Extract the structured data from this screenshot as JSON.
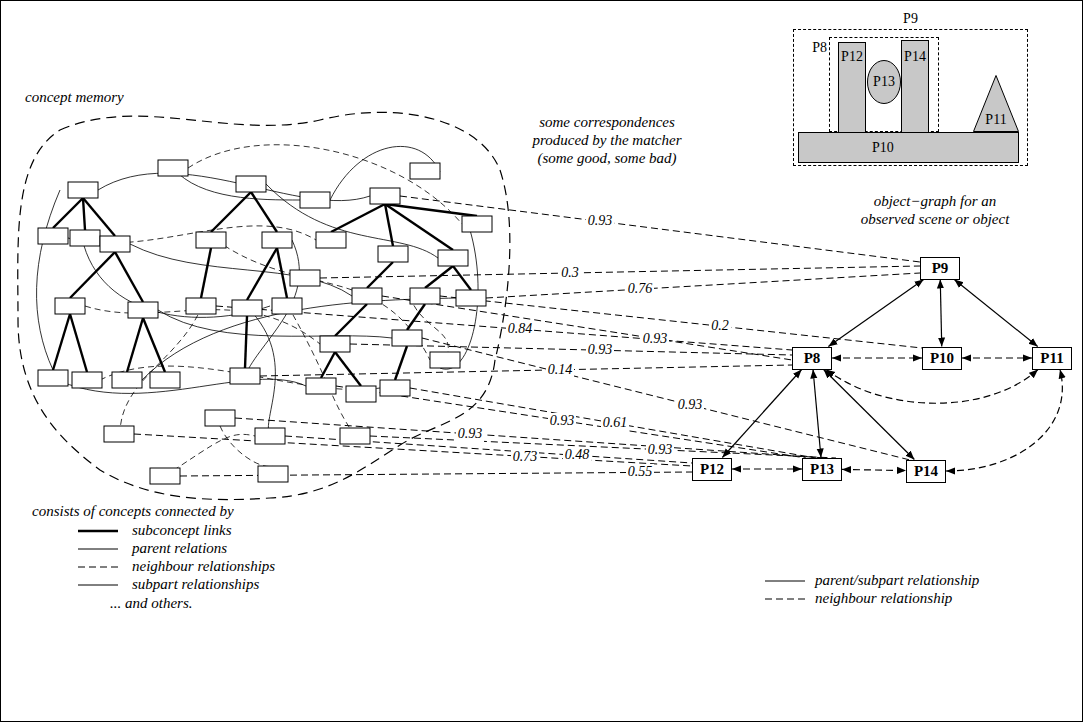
{
  "diagram": {
    "nodes": [
      {
        "text": [
          "P9"
        ]
      },
      {
        "text": [
          "P8"
        ],
        "in": 0
      },
      {
        "text": [
          "P12"
        ],
        "in": 1
      },
      {
        "text": [
          "P13"
        ],
        "in": 1
      },
      {
        "text": [
          "P14"
        ],
        "in": 1
      },
      {
        "text": [
          "P11"
        ],
        "in": 0
      },
      {
        "text": [
          "P10"
        ],
        "in": 0
      },
      {
        "text": [
          "P9"
        ]
      },
      {
        "text": [
          "P8"
        ]
      },
      {
        "text": [
          "P10"
        ]
      },
      {
        "text": [
          "P11"
        ]
      },
      {
        "text": [
          "P12"
        ]
      },
      {
        "text": [
          "P13"
        ]
      },
      {
        "text": [
          "P14"
        ]
      }
    ],
    "edges": [
      {
        "from": 7,
        "to": 8,
        "arrow": "both"
      },
      {
        "from": 7,
        "to": 9,
        "arrow": "both"
      },
      {
        "from": 7,
        "to": 10,
        "arrow": "both"
      },
      {
        "from": 8,
        "to": 11,
        "arrow": "both"
      },
      {
        "from": 8,
        "to": 12,
        "arrow": "both"
      },
      {
        "from": 8,
        "to": 13,
        "arrow": "both"
      },
      {
        "from": 8,
        "to": 9,
        "arrow": "both"
      },
      {
        "from": 9,
        "to": 10,
        "arrow": "both"
      },
      {
        "from": 8,
        "to": 10,
        "arrow": "both"
      },
      {
        "from": 11,
        "to": 12,
        "arrow": "both"
      },
      {
        "from": 12,
        "to": 13,
        "arrow": "both"
      },
      {
        "from": 13,
        "to": 10,
        "arrow": "both"
      }
    ],
    "labels": [
      "concept memory",
      "some correspondences produced by the matcher (some good, some bad)",
      "object−graph for an observed scene or object",
      "0.93",
      "0.3",
      "0.76",
      "0.84",
      "0.93",
      "0.93",
      "0.14",
      "0.93",
      "0.2",
      "0.93",
      "0.61",
      "0.73",
      "0.48",
      "0.93",
      "0.93",
      "0.55",
      "consists of concepts connected by",
      "... and others."
    ],
    "legend": [
      {
        "text": "subconcept links"
      },
      {
        "text": "parent relations"
      },
      {
        "text": "neighbour relationships"
      },
      {
        "text": "subpart relationships"
      },
      {
        "text": "parent/subpart relationship"
      },
      {
        "text": "neighbour relationship"
      }
    ]
  }
}
